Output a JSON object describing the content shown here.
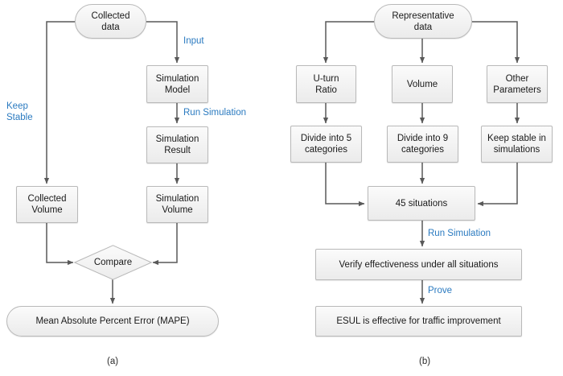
{
  "figure": {
    "panels": [
      {
        "id": "a",
        "caption": "(a)",
        "nodes": {
          "collected_data": "Collected\ndata",
          "simulation_model": "Simulation\nModel",
          "simulation_result": "Simulation\nResult",
          "collected_volume": "Collected\nVolume",
          "simulation_volume": "Simulation\nVolume",
          "compare": "Compare",
          "mape": "Mean Absolute Percent Error (MAPE)"
        },
        "edge_labels": {
          "input": "Input",
          "run_simulation": "Run Simulation",
          "keep_stable": "Keep\nStable"
        }
      },
      {
        "id": "b",
        "caption": "(b)",
        "nodes": {
          "representative_data": "Representative\ndata",
          "uturn_ratio": "U-turn\nRatio",
          "volume": "Volume",
          "other_parameters": "Other\nParameters",
          "divide_into_5": "Divide into 5\ncategories",
          "divide_into_9": "Divide into 9\ncategories",
          "keep_stable_in_sim": "Keep stable in\nsimulations",
          "situations_45": "45 situations",
          "verify_effectiveness": "Verify effectiveness under all situations",
          "esul_effective": "ESUL is effective for traffic improvement"
        },
        "edge_labels": {
          "run_simulation": "Run Simulation",
          "prove": "Prove"
        }
      }
    ]
  },
  "colors": {
    "edge_label": "#2a7ac0",
    "connector": "#595959",
    "node_border": "#b9b9b9",
    "node_fill_top": "#fbfbfb",
    "node_fill_bottom": "#ebebeb",
    "text": "#1a1a1a",
    "background": "#ffffff"
  }
}
